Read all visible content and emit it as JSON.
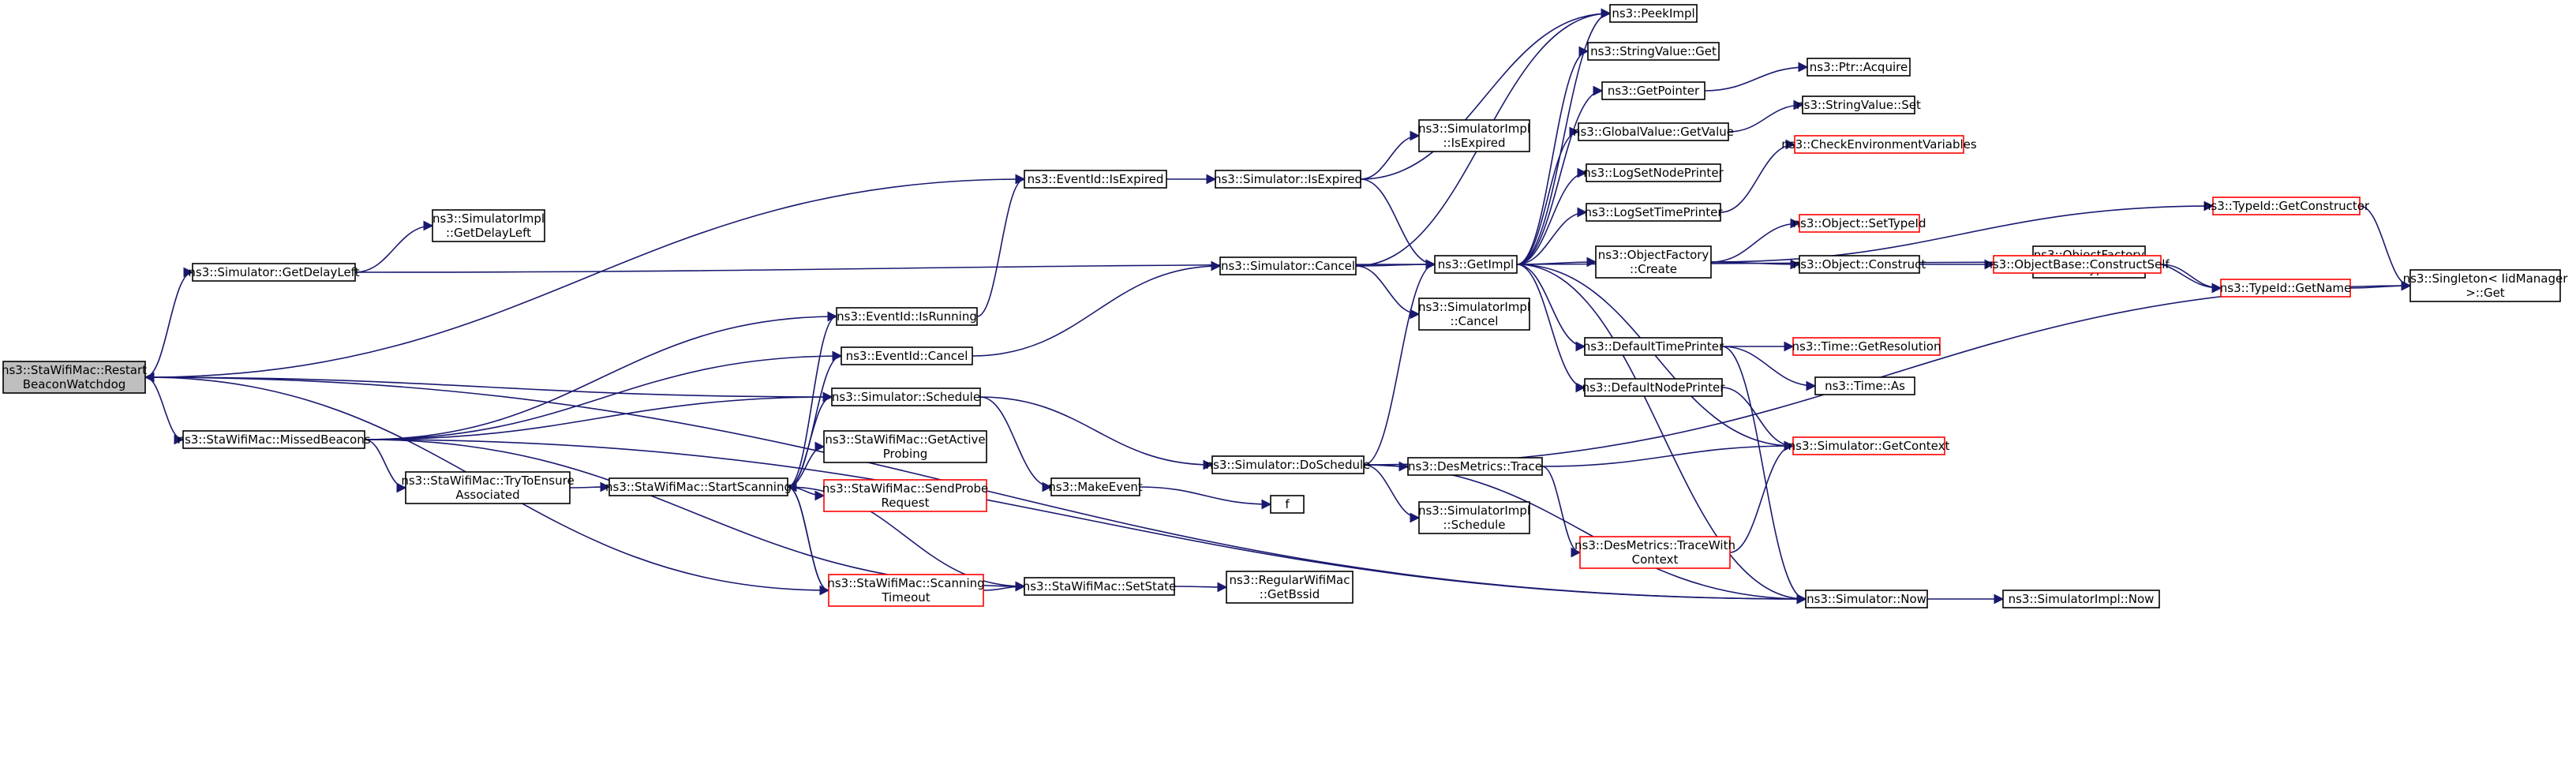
{
  "diagram": {
    "edge_color": "#191970",
    "normal_border": "#000000",
    "truncated_border": "#ff0000",
    "root_fill": "#bfbfbf",
    "nodes": [
      {
        "id": "root",
        "lines": [
          "ns3::StaWifiMac::Restart",
          "BeaconWatchdog"
        ],
        "style": "root"
      },
      {
        "id": "getDelayLeft",
        "lines": [
          "ns3::Simulator::GetDelayLeft"
        ],
        "style": "normal"
      },
      {
        "id": "missedBeacons",
        "lines": [
          "ns3::StaWifiMac::MissedBeacons"
        ],
        "style": "normal"
      },
      {
        "id": "implGetDelayLeft",
        "lines": [
          "ns3::SimulatorImpl",
          "::GetDelayLeft"
        ],
        "style": "normal"
      },
      {
        "id": "tryToEnsure",
        "lines": [
          "ns3::StaWifiMac::TryToEnsure",
          "Associated"
        ],
        "style": "normal"
      },
      {
        "id": "startScanning",
        "lines": [
          "ns3::StaWifiMac::StartScanning"
        ],
        "style": "normal"
      },
      {
        "id": "isRunning",
        "lines": [
          "ns3::EventId::IsRunning"
        ],
        "style": "normal"
      },
      {
        "id": "evCancel",
        "lines": [
          "ns3::EventId::Cancel"
        ],
        "style": "normal"
      },
      {
        "id": "schedule",
        "lines": [
          "ns3::Simulator::Schedule"
        ],
        "style": "normal"
      },
      {
        "id": "getActiveProbing",
        "lines": [
          "ns3::StaWifiMac::GetActive",
          "Probing"
        ],
        "style": "normal"
      },
      {
        "id": "sendProbe",
        "lines": [
          "ns3::StaWifiMac::SendProbe",
          "Request"
        ],
        "style": "red"
      },
      {
        "id": "scanningTimeout",
        "lines": [
          "ns3::StaWifiMac::Scanning",
          "Timeout"
        ],
        "style": "red"
      },
      {
        "id": "evIsExpired",
        "lines": [
          "ns3::EventId::IsExpired"
        ],
        "style": "normal"
      },
      {
        "id": "makeEvent",
        "lines": [
          "ns3::MakeEvent"
        ],
        "style": "normal"
      },
      {
        "id": "setState",
        "lines": [
          "ns3::StaWifiMac::SetState"
        ],
        "style": "normal"
      },
      {
        "id": "simIsExpired",
        "lines": [
          "ns3::Simulator::IsExpired"
        ],
        "style": "normal"
      },
      {
        "id": "simCancel",
        "lines": [
          "ns3::Simulator::Cancel"
        ],
        "style": "normal"
      },
      {
        "id": "doSchedule",
        "lines": [
          "ns3::Simulator::DoSchedule"
        ],
        "style": "normal"
      },
      {
        "id": "f",
        "lines": [
          "f"
        ],
        "style": "normal"
      },
      {
        "id": "getBssid",
        "lines": [
          "ns3::RegularWifiMac",
          "::GetBssid"
        ],
        "style": "normal"
      },
      {
        "id": "implIsExpired",
        "lines": [
          "ns3::SimulatorImpl",
          "::IsExpired"
        ],
        "style": "normal"
      },
      {
        "id": "implCancel",
        "lines": [
          "ns3::SimulatorImpl",
          "::Cancel"
        ],
        "style": "normal"
      },
      {
        "id": "desTrace",
        "lines": [
          "ns3::DesMetrics::Trace"
        ],
        "style": "normal"
      },
      {
        "id": "implSchedule",
        "lines": [
          "ns3::SimulatorImpl",
          "::Schedule"
        ],
        "style": "normal"
      },
      {
        "id": "getImpl",
        "lines": [
          "ns3::GetImpl"
        ],
        "style": "normal"
      },
      {
        "id": "traceWithContext",
        "lines": [
          "ns3::DesMetrics::TraceWith",
          "Context"
        ],
        "style": "red"
      },
      {
        "id": "peekImpl",
        "lines": [
          "ns3::PeekImpl"
        ],
        "style": "normal"
      },
      {
        "id": "stringValueGet",
        "lines": [
          "ns3::StringValue::Get"
        ],
        "style": "normal"
      },
      {
        "id": "getPointer",
        "lines": [
          "ns3::GetPointer"
        ],
        "style": "normal"
      },
      {
        "id": "globalValueGet",
        "lines": [
          "ns3::GlobalValue::GetValue"
        ],
        "style": "normal"
      },
      {
        "id": "logSetNode",
        "lines": [
          "ns3::LogSetNodePrinter"
        ],
        "style": "normal"
      },
      {
        "id": "logSetTime",
        "lines": [
          "ns3::LogSetTimePrinter"
        ],
        "style": "normal"
      },
      {
        "id": "objFactoryCreate",
        "lines": [
          "ns3::ObjectFactory",
          "::Create"
        ],
        "style": "normal"
      },
      {
        "id": "defTimePrinter",
        "lines": [
          "ns3::DefaultTimePrinter"
        ],
        "style": "normal"
      },
      {
        "id": "defNodePrinter",
        "lines": [
          "ns3::DefaultNodePrinter"
        ],
        "style": "normal"
      },
      {
        "id": "ptrAcquire",
        "lines": [
          "ns3::Ptr::Acquire"
        ],
        "style": "normal"
      },
      {
        "id": "stringValueSet",
        "lines": [
          "ns3::StringValue::Set"
        ],
        "style": "normal"
      },
      {
        "id": "checkEnv",
        "lines": [
          "ns3::CheckEnvironmentVariables"
        ],
        "style": "red"
      },
      {
        "id": "objSetTypeId",
        "lines": [
          "ns3::Object::SetTypeId"
        ],
        "style": "red"
      },
      {
        "id": "objConstruct",
        "lines": [
          "ns3::Object::Construct"
        ],
        "style": "normal"
      },
      {
        "id": "objFactorySetTypeId",
        "lines": [
          "ns3::ObjectFactory",
          "::SetTypeId"
        ],
        "style": "normal"
      },
      {
        "id": "timeGetRes",
        "lines": [
          "ns3::Time::GetResolution"
        ],
        "style": "red"
      },
      {
        "id": "timeAs",
        "lines": [
          "ns3::Time::As"
        ],
        "style": "normal"
      },
      {
        "id": "simGetContext",
        "lines": [
          "ns3::Simulator::GetContext"
        ],
        "style": "red"
      },
      {
        "id": "simNow",
        "lines": [
          "ns3::Simulator::Now"
        ],
        "style": "normal"
      },
      {
        "id": "objBaseConstruct",
        "lines": [
          "ns3::ObjectBase::ConstructSelf"
        ],
        "style": "red"
      },
      {
        "id": "typeIdGetConstructor",
        "lines": [
          "ns3::TypeId::GetConstructor"
        ],
        "style": "red"
      },
      {
        "id": "typeIdGetName",
        "lines": [
          "ns3::TypeId::GetName"
        ],
        "style": "red"
      },
      {
        "id": "implNow",
        "lines": [
          "ns3::SimulatorImpl::Now"
        ],
        "style": "normal"
      },
      {
        "id": "singletonGet",
        "lines": [
          "ns3::Singleton< IidManager",
          ">::Get"
        ],
        "style": "normal"
      }
    ],
    "edges": [
      [
        "root",
        "getDelayLeft"
      ],
      [
        "root",
        "missedBeacons"
      ],
      [
        "root",
        "evIsExpired"
      ],
      [
        "root",
        "schedule"
      ],
      [
        "root",
        "simNow"
      ],
      [
        "getDelayLeft",
        "implGetDelayLeft"
      ],
      [
        "getDelayLeft",
        "getImpl"
      ],
      [
        "missedBeacons",
        "tryToEnsure"
      ],
      [
        "missedBeacons",
        "isRunning"
      ],
      [
        "missedBeacons",
        "evCancel"
      ],
      [
        "missedBeacons",
        "schedule"
      ],
      [
        "missedBeacons",
        "setState"
      ],
      [
        "missedBeacons",
        "simNow"
      ],
      [
        "tryToEnsure",
        "startScanning"
      ],
      [
        "startScanning",
        "isRunning"
      ],
      [
        "startScanning",
        "evCancel"
      ],
      [
        "startScanning",
        "schedule"
      ],
      [
        "startScanning",
        "getActiveProbing"
      ],
      [
        "startScanning",
        "sendProbe"
      ],
      [
        "startScanning",
        "scanningTimeout"
      ],
      [
        "startScanning",
        "setState"
      ],
      [
        "scanningTimeout",
        "root"
      ],
      [
        "scanningTimeout",
        "startScanning"
      ],
      [
        "scanningTimeout",
        "setState"
      ],
      [
        "isRunning",
        "evIsExpired"
      ],
      [
        "evCancel",
        "simCancel"
      ],
      [
        "schedule",
        "makeEvent"
      ],
      [
        "schedule",
        "doSchedule"
      ],
      [
        "evIsExpired",
        "simIsExpired"
      ],
      [
        "makeEvent",
        "f"
      ],
      [
        "setState",
        "getBssid"
      ],
      [
        "simIsExpired",
        "implIsExpired"
      ],
      [
        "simIsExpired",
        "getImpl"
      ],
      [
        "simIsExpired",
        "peekImpl"
      ],
      [
        "simCancel",
        "implCancel"
      ],
      [
        "simCancel",
        "getImpl"
      ],
      [
        "simCancel",
        "peekImpl"
      ],
      [
        "doSchedule",
        "getImpl"
      ],
      [
        "doSchedule",
        "desTrace"
      ],
      [
        "doSchedule",
        "implSchedule"
      ],
      [
        "doSchedule",
        "simNow"
      ],
      [
        "doSchedule",
        "singletonGet"
      ],
      [
        "desTrace",
        "traceWithContext"
      ],
      [
        "desTrace",
        "simGetContext"
      ],
      [
        "traceWithContext",
        "simGetContext"
      ],
      [
        "getImpl",
        "peekImpl"
      ],
      [
        "getImpl",
        "stringValueGet"
      ],
      [
        "getImpl",
        "getPointer"
      ],
      [
        "getImpl",
        "globalValueGet"
      ],
      [
        "getImpl",
        "logSetNode"
      ],
      [
        "getImpl",
        "logSetTime"
      ],
      [
        "getImpl",
        "objFactoryCreate"
      ],
      [
        "getImpl",
        "objFactorySetTypeId"
      ],
      [
        "getImpl",
        "defTimePrinter"
      ],
      [
        "getImpl",
        "defNodePrinter"
      ],
      [
        "getImpl",
        "simGetContext"
      ],
      [
        "getImpl",
        "simNow"
      ],
      [
        "getPointer",
        "ptrAcquire"
      ],
      [
        "globalValueGet",
        "stringValueSet"
      ],
      [
        "logSetTime",
        "checkEnv"
      ],
      [
        "objFactoryCreate",
        "objSetTypeId"
      ],
      [
        "objFactoryCreate",
        "objConstruct"
      ],
      [
        "objFactoryCreate",
        "typeIdGetConstructor"
      ],
      [
        "objConstruct",
        "objBaseConstruct"
      ],
      [
        "objBaseConstruct",
        "typeIdGetName"
      ],
      [
        "objFactorySetTypeId",
        "typeIdGetName"
      ],
      [
        "typeIdGetConstructor",
        "singletonGet"
      ],
      [
        "typeIdGetName",
        "singletonGet"
      ],
      [
        "defTimePrinter",
        "timeGetRes"
      ],
      [
        "defTimePrinter",
        "timeAs"
      ],
      [
        "defTimePrinter",
        "simNow"
      ],
      [
        "defNodePrinter",
        "simGetContext"
      ],
      [
        "simNow",
        "implNow"
      ]
    ]
  }
}
